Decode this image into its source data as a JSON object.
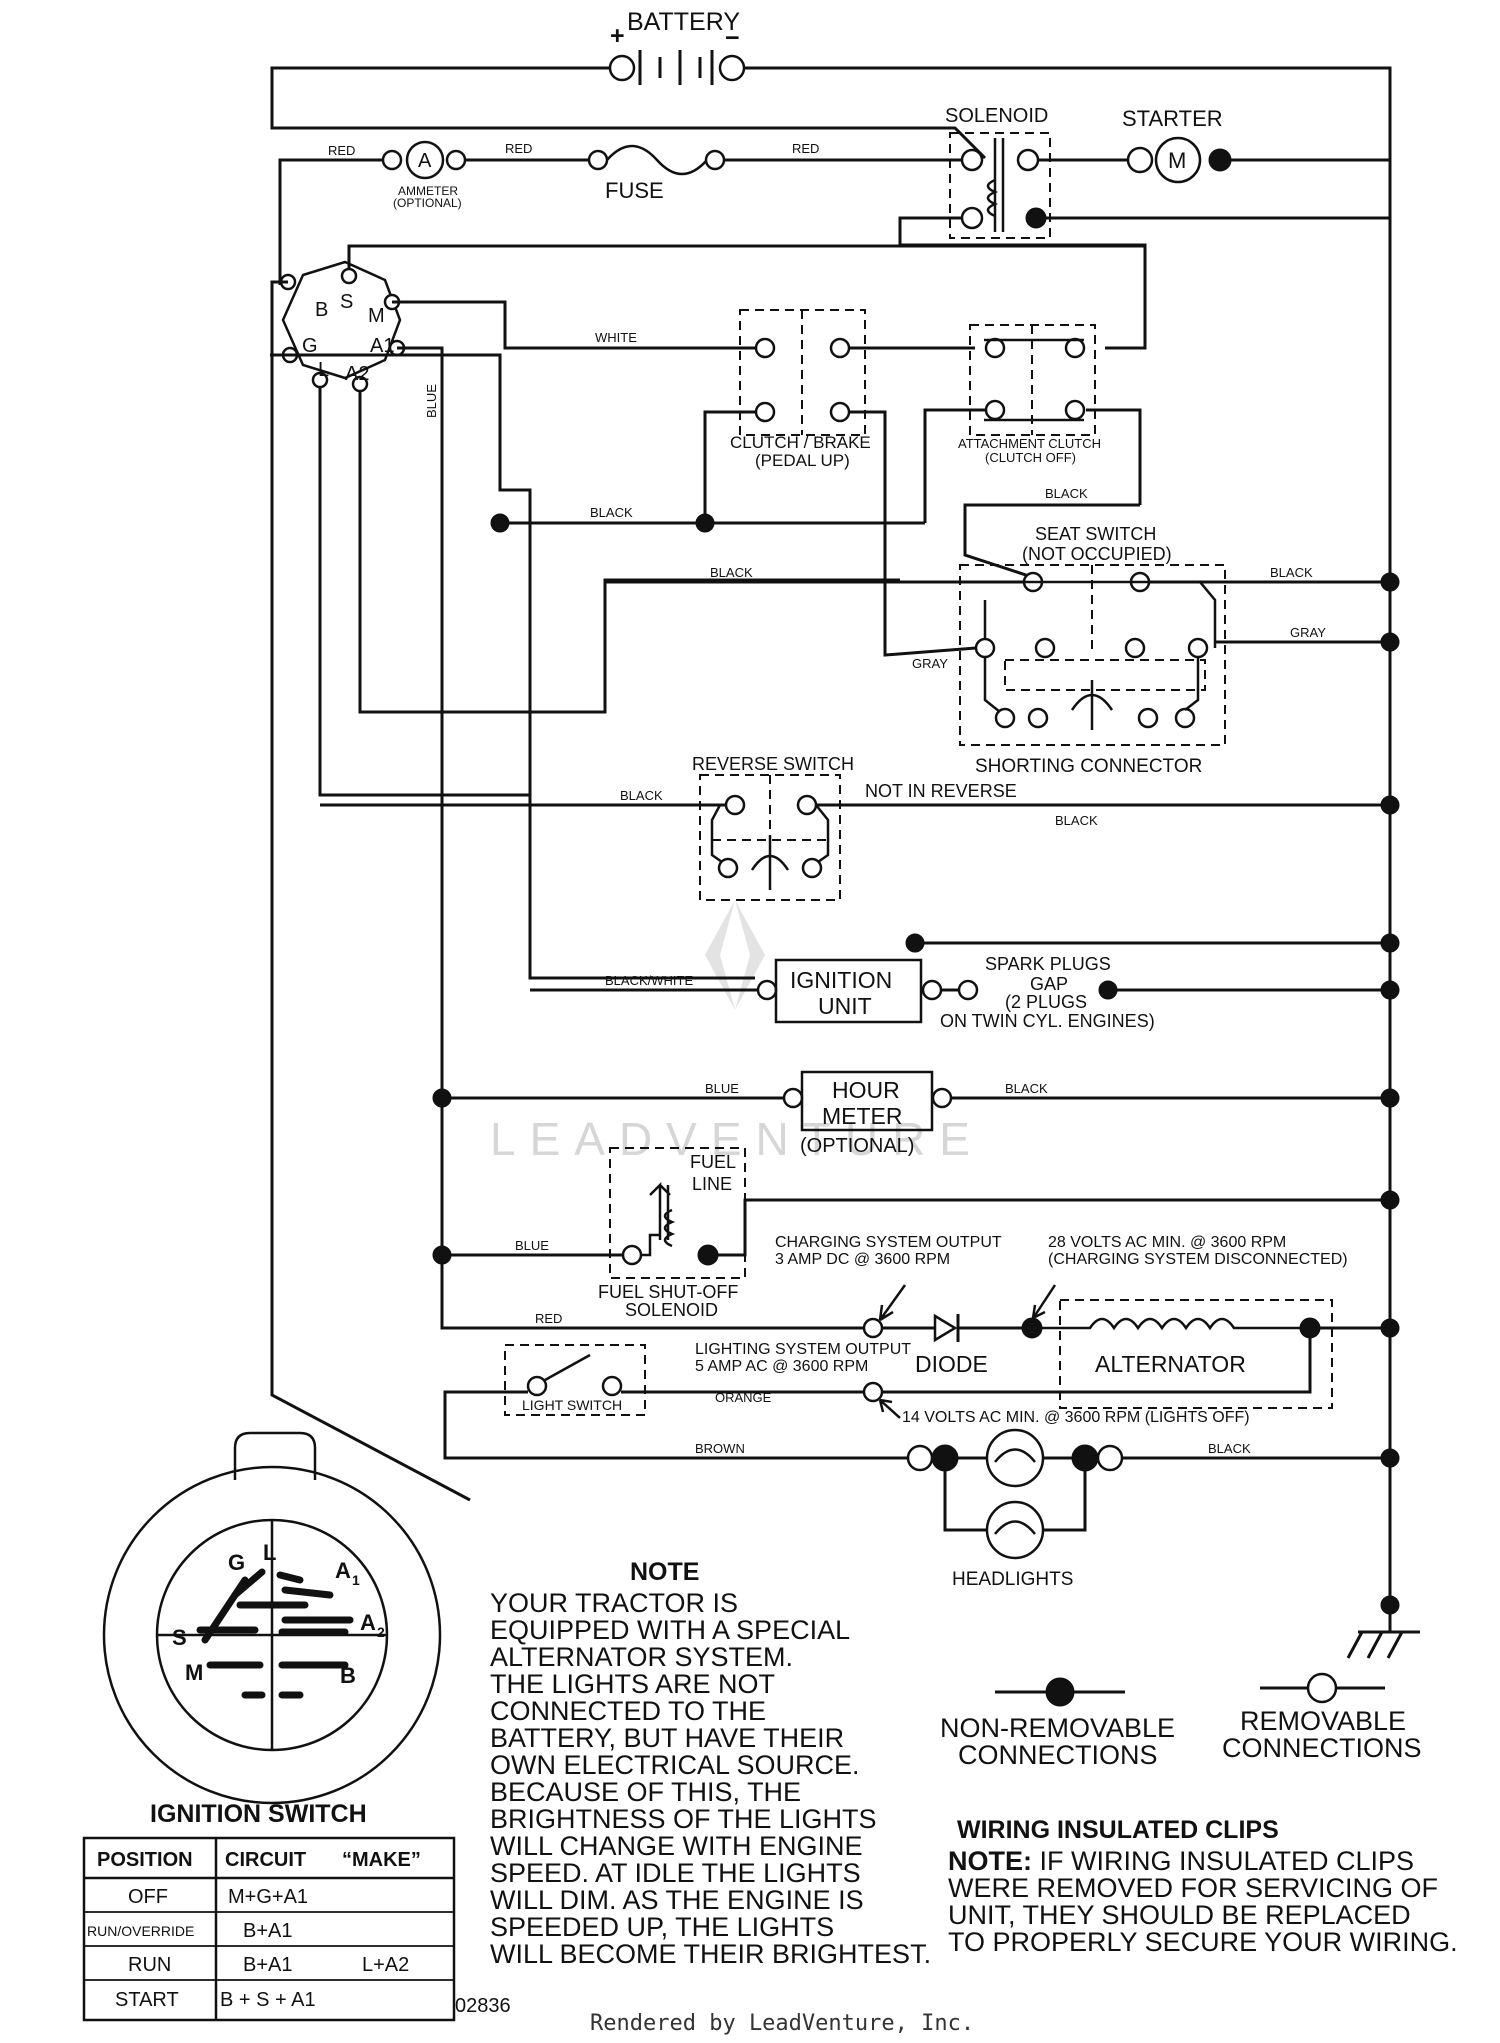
{
  "components": {
    "battery": "BATTERY",
    "battery_plus": "+",
    "battery_minus": "−",
    "solenoid": "SOLENOID",
    "starter": "STARTER",
    "starter_motor": "M",
    "ammeter_symbol": "A",
    "ammeter": "AMMETER",
    "ammeter_optional": "(OPTIONAL)",
    "fuse": "FUSE",
    "clutch_brake_1": "CLUTCH / BRAKE",
    "clutch_brake_2": "(PEDAL UP)",
    "attachment_clutch_1": "ATTACHMENT CLUTCH",
    "attachment_clutch_2": "(CLUTCH OFF)",
    "seat_switch_1": "SEAT SWITCH",
    "seat_switch_2": "(NOT OCCUPIED)",
    "shorting_connector": "SHORTING CONNECTOR",
    "reverse_switch": "REVERSE SWITCH",
    "not_in_reverse": "NOT IN REVERSE",
    "ignition_unit_1": "IGNITION",
    "ignition_unit_2": "UNIT",
    "spark_plugs_1": "SPARK PLUGS",
    "spark_plugs_2": "GAP",
    "spark_plugs_3": "(2 PLUGS",
    "spark_plugs_4": "ON TWIN CYL. ENGINES)",
    "hour_meter_1": "HOUR",
    "hour_meter_2": "METER",
    "hour_meter_3": "(OPTIONAL)",
    "fuel_line_1": "FUEL",
    "fuel_line_2": "LINE",
    "fuel_solenoid_1": "FUEL SHUT-OFF",
    "fuel_solenoid_2": "SOLENOID",
    "charging_output_1": "CHARGING SYSTEM OUTPUT",
    "charging_output_2": "3 AMP DC @ 3600 RPM",
    "alt_volts_1": "28 VOLTS AC MIN. @ 3600 RPM",
    "alt_volts_2": "(CHARGING SYSTEM DISCONNECTED)",
    "lighting_output_1": "LIGHTING SYSTEM OUTPUT",
    "lighting_output_2": "5 AMP AC @ 3600 RPM",
    "diode": "DIODE",
    "alternator": "ALTERNATOR",
    "light_switch": "LIGHT SWITCH",
    "lights_volts": "14 VOLTS AC MIN. @ 3600 RPM (LIGHTS OFF)",
    "headlights": "HEADLIGHTS"
  },
  "wire_colors": {
    "red_1": "RED",
    "red_2": "RED",
    "red_3": "RED",
    "white": "WHITE",
    "blue_vertical": "BLUE",
    "black_1": "BLACK",
    "black_2": "BLACK",
    "black_3": "BLACK",
    "black_4": "BLACK",
    "black_5": "BLACK",
    "black_6": "BLACK",
    "black_7": "BLACK",
    "black_8": "BLACK",
    "gray_1": "GRAY",
    "gray_2": "GRAY",
    "black_white": "BLACK/WHITE",
    "blue_1": "BLUE",
    "blue_2": "BLUE",
    "red_4": "RED",
    "orange": "ORANGE",
    "brown": "BROWN"
  },
  "ignition_terminals": {
    "b": "B",
    "s": "S",
    "m": "M",
    "g": "G",
    "a1": "A1",
    "l": "L",
    "a2": "A2"
  },
  "key_face_labels": {
    "g": "G",
    "l": "L",
    "a1": "A",
    "a1_sub": "1",
    "s": "S",
    "a2": "A",
    "a2_sub": "2",
    "m": "M",
    "b": "B"
  },
  "ignition_switch": {
    "title": "IGNITION SWITCH",
    "headers": [
      "POSITION",
      "CIRCUIT",
      "“MAKE”"
    ],
    "rows": [
      {
        "position": "OFF",
        "circuit": "M+G+A1",
        "make": ""
      },
      {
        "position": "RUN/OVERRIDE",
        "circuit": "B+A1",
        "make": ""
      },
      {
        "position": "RUN",
        "circuit": "B+A1",
        "make": "L+A2"
      },
      {
        "position": "START",
        "circuit": "B + S + A1",
        "make": ""
      }
    ],
    "code": "02836"
  },
  "note": {
    "title": "NOTE",
    "lines": [
      "YOUR TRACTOR IS",
      "EQUIPPED WITH A SPECIAL",
      "ALTERNATOR SYSTEM.",
      "THE LIGHTS ARE NOT",
      "CONNECTED TO THE",
      "BATTERY, BUT HAVE THEIR",
      "OWN ELECTRICAL SOURCE.",
      "BECAUSE OF THIS, THE",
      "BRIGHTNESS OF THE LIGHTS",
      "WILL CHANGE WITH ENGINE",
      "SPEED.  AT IDLE THE LIGHTS",
      "WILL DIM.  AS THE ENGINE IS",
      "SPEEDED UP, THE LIGHTS",
      "WILL BECOME THEIR BRIGHTEST."
    ]
  },
  "legend": {
    "non_removable_1": "NON-REMOVABLE",
    "non_removable_2": "CONNECTIONS",
    "removable_1": "REMOVABLE",
    "removable_2": "CONNECTIONS"
  },
  "clips": {
    "title": "WIRING INSULATED CLIPS",
    "note_label": "NOTE:",
    "line1": " IF WIRING INSULATED CLIPS",
    "line2": "WERE REMOVED FOR SERVICING OF",
    "line3": " UNIT, THEY SHOULD BE REPLACED",
    "line4": "TO PROPERLY SECURE YOUR WIRING."
  },
  "watermark": "LEADVENTURE",
  "footer": "Rendered by LeadVenture, Inc."
}
